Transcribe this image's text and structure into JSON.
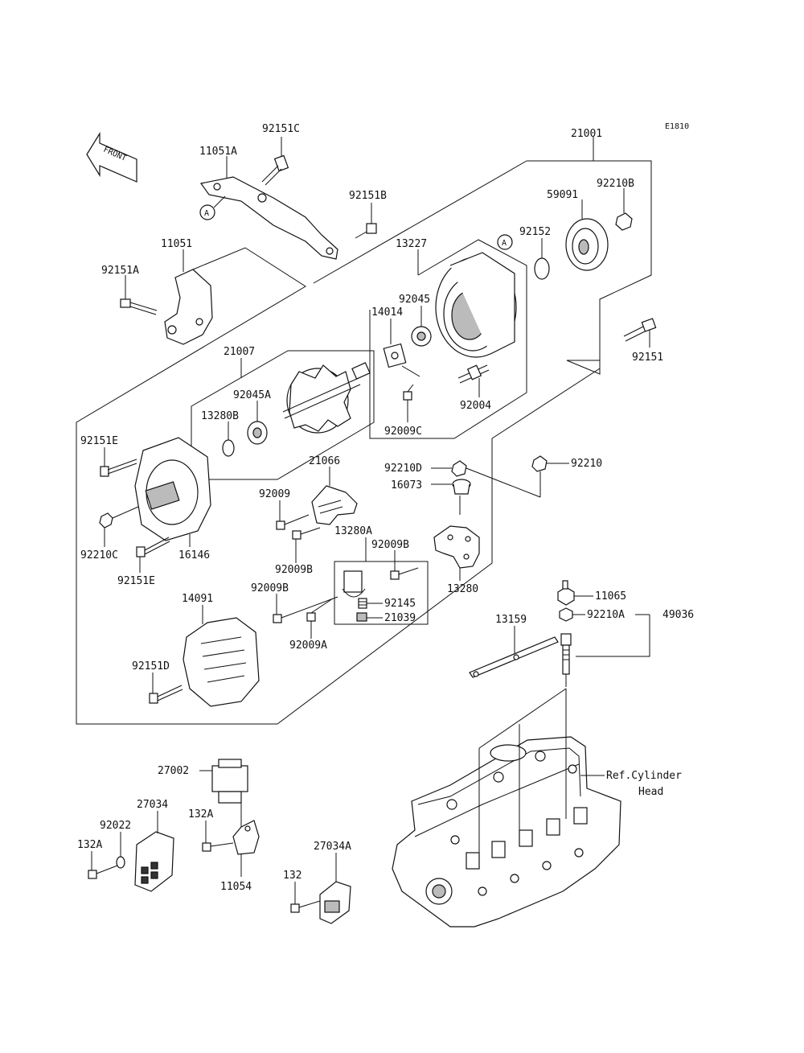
{
  "diagram_id": "E1810",
  "front_label": "FRONT",
  "callout_letter": "A",
  "ref_label_line1": "Ref.Cylinder",
  "ref_label_line2": "Head",
  "part_labels": {
    "p21001": "21001",
    "p92151C": "92151C",
    "p11051A": "11051A",
    "p92151B": "92151B",
    "p92210B": "92210B",
    "p59091": "59091",
    "p92152": "92152",
    "p13227": "13227",
    "p11051": "11051",
    "p92151A": "92151A",
    "p92045": "92045",
    "p14014": "14014",
    "p92151": "92151",
    "p21007": "21007",
    "p92045A": "92045A",
    "p13280B": "13280B",
    "p92004": "92004",
    "p92009C": "92009C",
    "p92151E_top": "92151E",
    "p21066": "21066",
    "p92210D": "92210D",
    "p92210": "92210",
    "p16073": "16073",
    "p92009": "92009",
    "p13280A": "13280A",
    "p92009B_top": "92009B",
    "p92210C": "92210C",
    "p16146": "16146",
    "p92009B_mid": "92009B",
    "p13280": "13280",
    "p92151E_bot": "92151E",
    "p14091": "14091",
    "p92009B_low": "92009B",
    "p92145": "92145",
    "p21039": "21039",
    "p11065": "11065",
    "p92009A": "92009A",
    "p92210A": "92210A",
    "p49036": "49036",
    "p13159": "13159",
    "p92151D": "92151D",
    "p27002": "27002",
    "p27034": "27034",
    "p132A_mid": "132A",
    "p92022": "92022",
    "p132A_left": "132A",
    "p11054": "11054",
    "p27034A": "27034A",
    "p132": "132"
  }
}
